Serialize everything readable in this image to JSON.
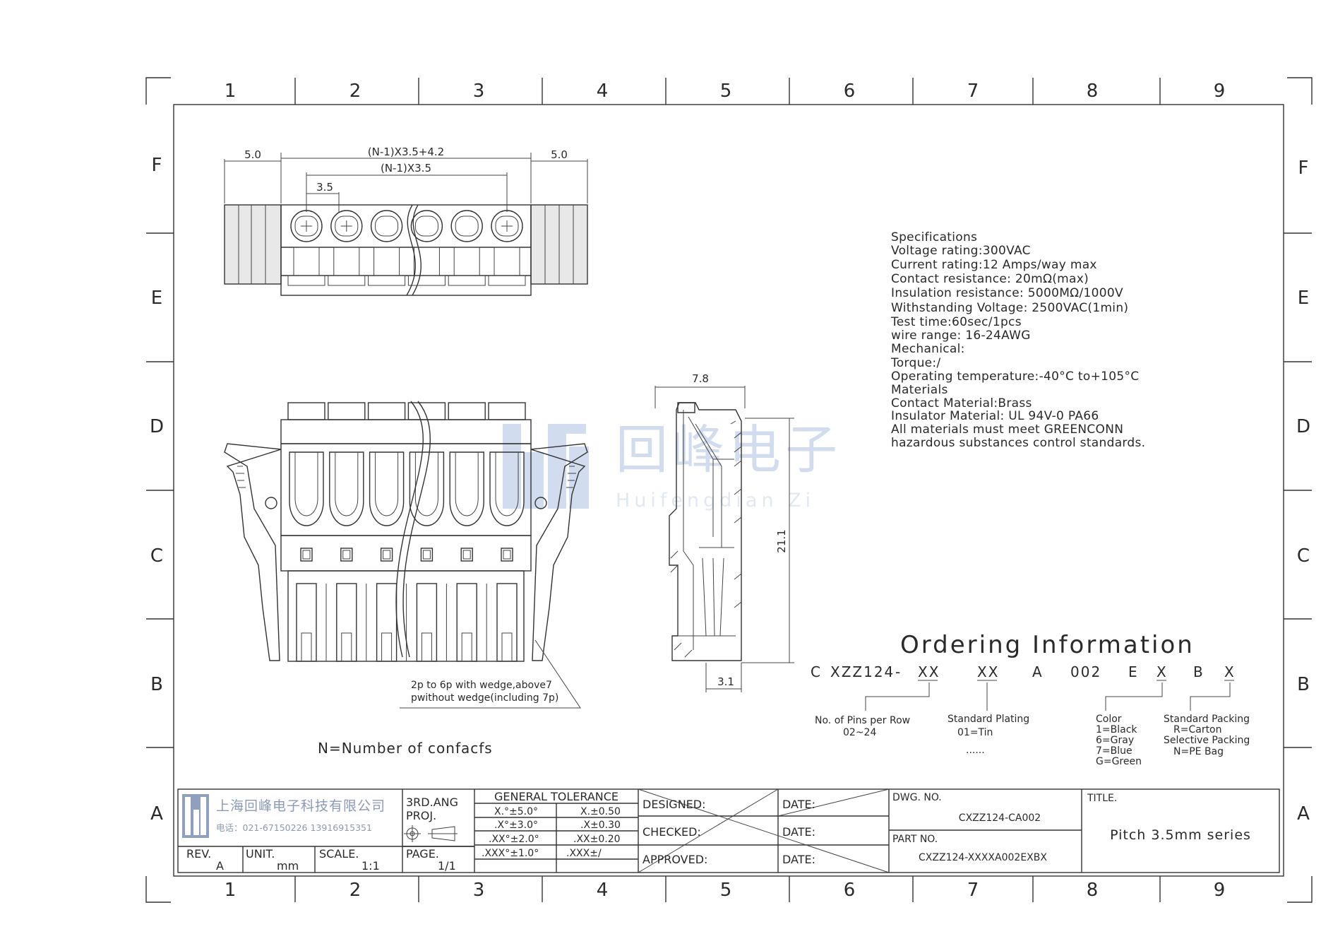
{
  "zones": {
    "columns": [
      "1",
      "2",
      "3",
      "4",
      "5",
      "6",
      "7",
      "8",
      "9"
    ],
    "rows": [
      "F",
      "E",
      "D",
      "C",
      "B",
      "A"
    ]
  },
  "top_view": {
    "dim_left": "5.0",
    "dim_total": "(N-1)X3.5+4.2",
    "dim_span": "(N-1)X3.5",
    "dim_pitch": "3.5",
    "dim_right": "5.0"
  },
  "side_view": {
    "dim_width": "7.8",
    "dim_height": "21.1",
    "dim_base": "3.1"
  },
  "wedge_note": {
    "line1": "2p to 6p with wedge,above7",
    "line2": "pwithout wedge(including 7p)"
  },
  "n_note": "N=Number of confacfs",
  "watermark": {
    "cn": "回峰电子",
    "en": "Huifengdian Zi"
  },
  "specifications": [
    "Specifications",
    "Voltage rating:300VAC",
    "Current rating:12 Amps/way max",
    "Contact resistance: 20mΩ(max)",
    "Insulation resistance: 5000MΩ/1000V",
    "Withstanding Voltage: 2500VAC(1min)",
    "Test time:60sec/1pcs",
    "wire range: 16-24AWG",
    "Mechanical:",
    "Torque:/",
    "Operating temperature:-40°C to+105°C",
    "Materials",
    "Contact Material:Brass",
    "Insulator Material: UL 94V-0 PA66",
    "All materials must meet GREENCONN",
    "hazardous substances control standards."
  ],
  "ordering": {
    "title": "Ordering Information",
    "code": [
      "C",
      "XZZ124",
      "-",
      "XX",
      "XX",
      "A",
      "002",
      "E",
      "X",
      "B",
      "X"
    ],
    "pins_label": "No. of Pins per Row",
    "pins_range": "02~24",
    "plating_label": "Standard Plating",
    "plating_value": "01=Tin",
    "plating_more": "......",
    "color_label": "Color",
    "color_options": [
      "1=Black",
      "6=Gray",
      "7=Blue",
      "G=Green"
    ],
    "packing_label": "Standard Packing",
    "packing_carton": "R=Carton",
    "packing_selective": "Selective Packing",
    "packing_bag": "N=PE Bag"
  },
  "title_block": {
    "company": "上海回峰电子科技有限公司",
    "phone": "电话：021-67150226 13916915351",
    "projection": "3RD.ANG",
    "proj": "PROJ.",
    "tolerance_title": "GENERAL TOLERANCE",
    "tolerances": [
      [
        "X.°±5.0°",
        "X.±0.50"
      ],
      [
        ".X°±3.0°",
        ".X±0.30"
      ],
      [
        ".XX°±2.0°",
        ".XX±0.20"
      ],
      [
        ".XXX°±1.0°",
        ".XXX±/"
      ]
    ],
    "rev_label": "REV.",
    "rev": "A",
    "unit_label": "UNIT.",
    "unit": "mm",
    "scale_label": "SCALE.",
    "scale": "1:1",
    "page_label": "PAGE.",
    "page": "1/1",
    "designed": "DESIGNED:",
    "checked": "CHECKED:",
    "approved": "APPROVED:",
    "date": "DATE:",
    "dwg_label": "DWG. NO.",
    "dwg_no": "CXZZ124-CA002",
    "part_label": "PART NO.",
    "part_no": "CXZZ124-XXXXA002EXBX",
    "title_label": "TITLE.",
    "title": "Pitch 3.5mm series"
  }
}
